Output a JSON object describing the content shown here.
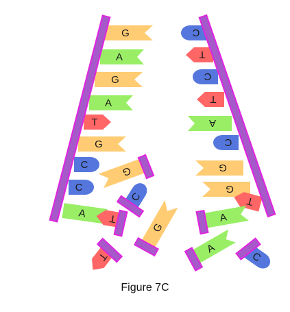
{
  "caption": "Figure 7C",
  "colors": {
    "backbone": "#a659c9",
    "backbone_edge": "#e024e0",
    "G": "#ffcc73",
    "A": "#99ee66",
    "T": "#ff6666",
    "C": "#5577dd"
  },
  "left_strand": [
    "G",
    "A",
    "G",
    "A",
    "T",
    "G",
    "C",
    "C",
    "A"
  ],
  "right_strand": [
    "C",
    "T",
    "C",
    "T",
    "A",
    "C",
    "G",
    "G",
    "T",
    "A"
  ],
  "loose_nucleotides": [
    "G",
    "C",
    "T",
    "T",
    "G",
    "A",
    "C"
  ]
}
